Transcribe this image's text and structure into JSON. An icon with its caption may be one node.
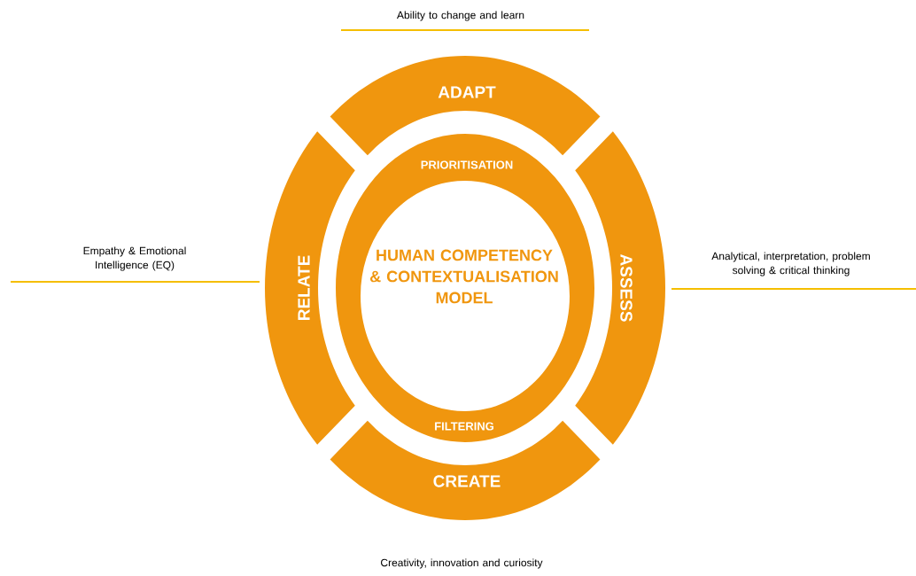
{
  "diagram": {
    "nodes": [
      {
        "text": [
          "ADAPT"
        ]
      },
      {
        "text": [
          "RELATE"
        ]
      },
      {
        "text": [
          "ASSESS"
        ]
      },
      {
        "text": [
          "CREATE"
        ]
      },
      {
        "text": [
          "PRIORITISATION",
          "HUMAN COMPETENCY & CONTEXTUALISATION MODEL",
          "FILTERING"
        ]
      }
    ],
    "labels": [
      "Ability to change and learn",
      "Empathy & Emotional Intelligence (EQ)",
      "Analytical, interpretation, problem solving & critical thinking",
      "Creativity, innovation and curiosity"
    ]
  }
}
